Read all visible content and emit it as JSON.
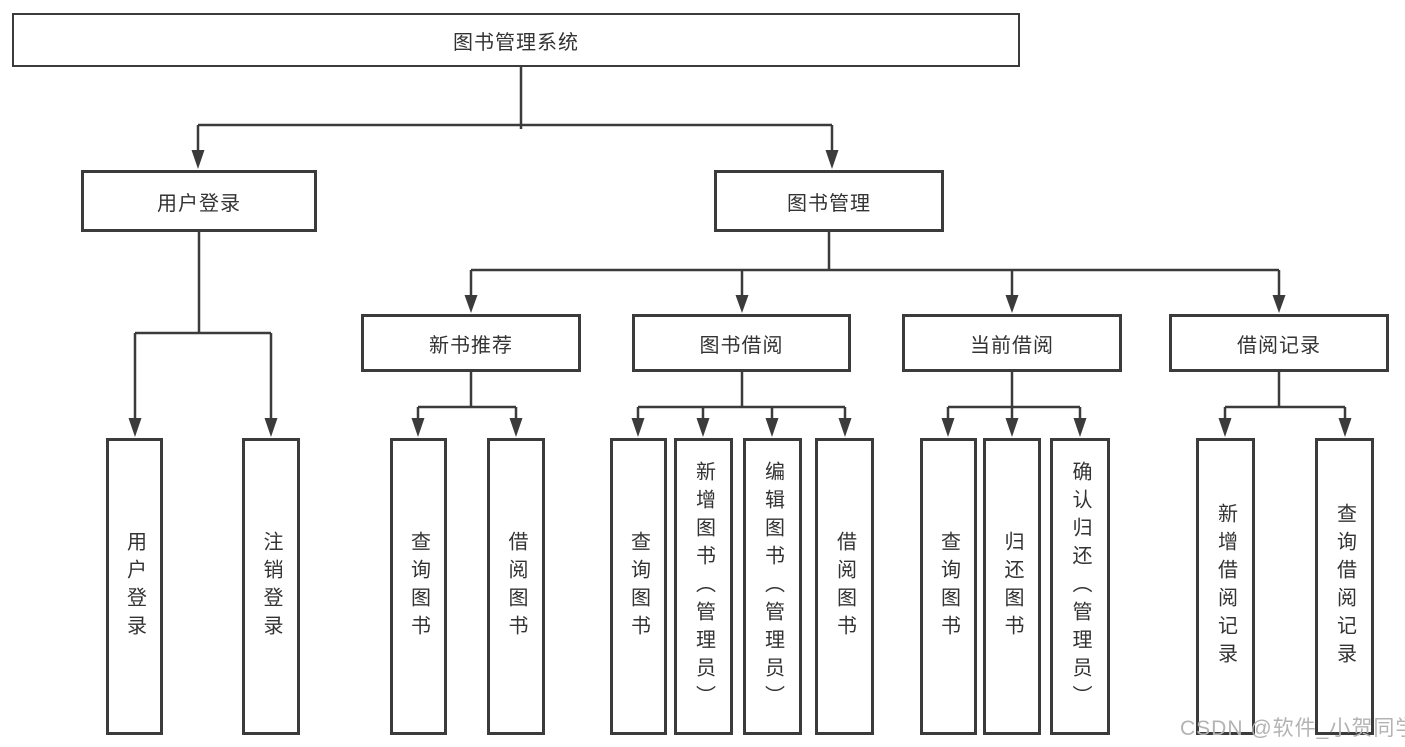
{
  "diagram": {
    "root": {
      "label": "图书管理系统"
    },
    "level2": [
      {
        "id": "user-login",
        "label": "用户登录"
      },
      {
        "id": "book-management",
        "label": "图书管理"
      }
    ],
    "level3": [
      {
        "id": "new-book-recommendation",
        "label": "新书推荐",
        "parent": "图书管理"
      },
      {
        "id": "book-borrowing",
        "label": "图书借阅",
        "parent": "图书管理"
      },
      {
        "id": "current-borrowing",
        "label": "当前借阅",
        "parent": "图书管理"
      },
      {
        "id": "borrowing-records",
        "label": "借阅记录",
        "parent": "图书管理"
      }
    ],
    "leaves": [
      {
        "id": "user-login-leaf",
        "label": "用户登录",
        "parent": "用户登录"
      },
      {
        "id": "logout",
        "label": "注销登录",
        "parent": "用户登录"
      },
      {
        "id": "query-books-nb",
        "label": "查询图书",
        "parent": "新书推荐"
      },
      {
        "id": "borrow-books-nb",
        "label": "借阅图书",
        "parent": "新书推荐"
      },
      {
        "id": "query-books-bb",
        "label": "查询图书",
        "parent": "图书借阅"
      },
      {
        "id": "add-books-admin",
        "label": "新增图书（管理员）",
        "parent": "图书借阅"
      },
      {
        "id": "edit-books-admin",
        "label": "编辑图书（管理员）",
        "parent": "图书借阅"
      },
      {
        "id": "borrow-books-bb",
        "label": "借阅图书",
        "parent": "图书借阅"
      },
      {
        "id": "query-books-cb",
        "label": "查询图书",
        "parent": "当前借阅"
      },
      {
        "id": "return-books",
        "label": "归还图书",
        "parent": "当前借阅"
      },
      {
        "id": "confirm-return-admin",
        "label": "确认归还（管理员）",
        "parent": "当前借阅"
      },
      {
        "id": "add-borrow-record",
        "label": "新增借阅记录",
        "parent": "借阅记录"
      },
      {
        "id": "query-borrow-record",
        "label": "查询借阅记录",
        "parent": "借阅记录"
      }
    ]
  },
  "colors": {
    "line": "#3b3b3b",
    "text": "#333333",
    "watermark": "#b3b3b3"
  },
  "watermark": "CSDN @软件_小贺同学"
}
